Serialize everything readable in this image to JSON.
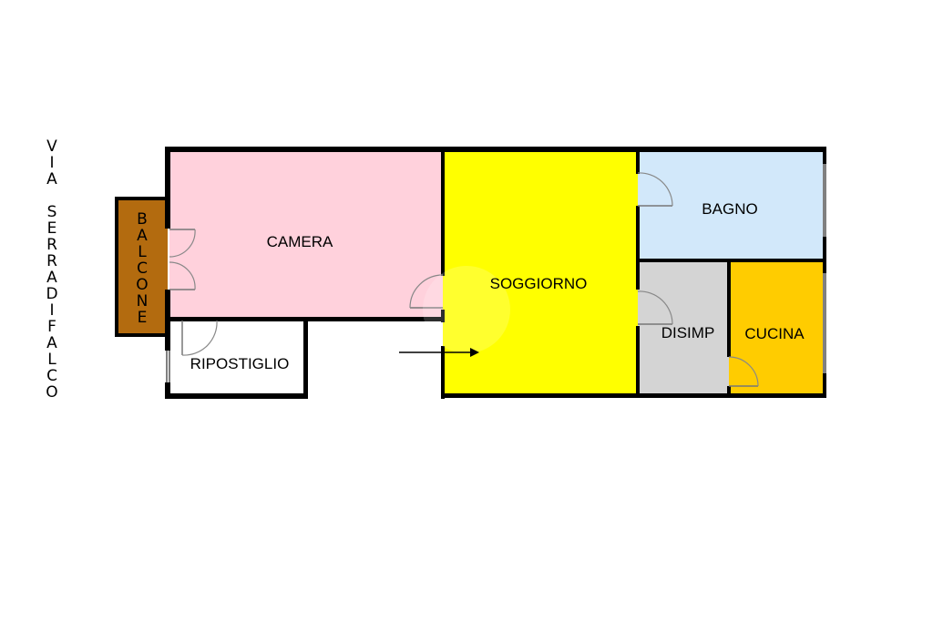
{
  "street": "VIA SERRADIFALCO",
  "rooms": {
    "camera": "CAMERA",
    "soggiorno": "SOGGIORNO",
    "bagno": "BAGNO",
    "disimp": "DISIMP",
    "cucina": "CUCINA",
    "ripostiglio": "RIPOSTIGLIO",
    "balcone": "BALCONE"
  },
  "colors": {
    "camera": "#ffd1dc",
    "soggiorno": "#ffff00",
    "bagno": "#d2e8fa",
    "disimp": "#d4d4d4",
    "cucina": "#ffcc00",
    "ripostiglio": "#ffffff",
    "balcone": "#b36b0f",
    "walls": "#000000"
  },
  "icons": {
    "entrance": "entrance-arrow-icon"
  }
}
